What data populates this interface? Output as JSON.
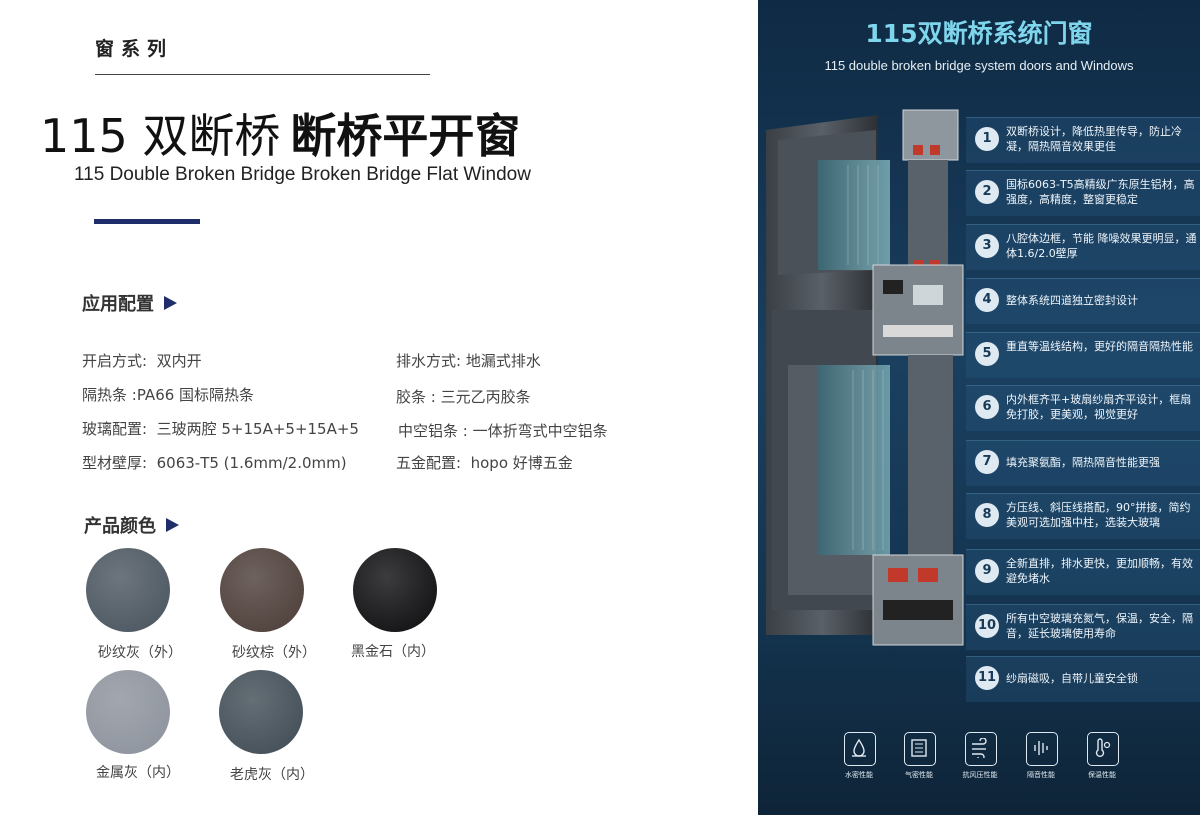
{
  "series": "窗系列",
  "title": {
    "part1": "115 双断桥",
    "part2": "断桥平开窗"
  },
  "subtitle": "115 Double Broken Bridge Broken Bridge Flat Window",
  "config": {
    "heading": "应用配置",
    "items": [
      {
        "label": "开启方式:",
        "value": "双内开"
      },
      {
        "label": "排水方式",
        "value": ": 地漏式排水"
      },
      {
        "label": "隔热条",
        "value": ":PA66 国标隔热条"
      },
      {
        "label": "胶条",
        "value": ": 三元乙丙胶条"
      },
      {
        "label": "玻璃配置:",
        "value": "三玻两腔 5+15A+5+15A+5"
      },
      {
        "label": "中空铝条",
        "value": ": 一体折弯式中空铝条"
      },
      {
        "label": "型材壁厚:",
        "value": "6063-T5 (1.6mm/2.0mm)"
      },
      {
        "label": "五金配置:",
        "value": "hopo 好博五金"
      }
    ]
  },
  "colors": {
    "heading": "产品颜色",
    "swatches": [
      {
        "label": "砂纹灰（外）",
        "color": "#48535d"
      },
      {
        "label": "砂纹棕（外）",
        "color": "#4a3b36"
      },
      {
        "label": "黑金石（内）",
        "color": "#0b0b0d"
      },
      {
        "label": "金属灰（内）",
        "color": "#8b919b"
      },
      {
        "label": "老虎灰（内）",
        "color": "#3e4a53"
      }
    ]
  },
  "right": {
    "title": "115双断桥系统门窗",
    "subtitle": "115 double broken bridge system doors and Windows",
    "features": [
      {
        "num": "1",
        "text": "双断桥设计，降低热里传导，防止冷凝，隔热隔音效果更佳"
      },
      {
        "num": "2",
        "text": "国标6063-T5高精级广东原生铝材，高强度，高精度，整窗更稳定"
      },
      {
        "num": "3",
        "text": "八腔体边框，节能 降噪效果更明显，通体1.6/2.0壁厚"
      },
      {
        "num": "4",
        "text": "整体系统四道独立密封设计"
      },
      {
        "num": "5",
        "text": "重直等温线结构，更好的隔音隔热性能"
      },
      {
        "num": "6",
        "text": "内外框齐平+玻扇纱扇齐平设计，框扇免打胶，更美观，视觉更好"
      },
      {
        "num": "7",
        "text": "填充聚氨酯，隔热隔音性能更强"
      },
      {
        "num": "8",
        "text": "方压线、斜压线搭配，90°拼接，简约美观可选加强中柱，选装大玻璃"
      },
      {
        "num": "9",
        "text": "全新直排，排水更快，更加顺畅，有效避免堵水"
      },
      {
        "num": "10",
        "text": "所有中空玻璃充氮气，保温，安全，隔音，延长玻璃使用寿命"
      },
      {
        "num": "11",
        "text": "纱扇磁吸，自带儿童安全锁"
      }
    ],
    "bottom_icons": [
      {
        "icon": "water-drop-icon",
        "label": "水密性能"
      },
      {
        "icon": "air-tight-icon",
        "label": "气密性能"
      },
      {
        "icon": "wind-pressure-icon",
        "label": "抗风压性能"
      },
      {
        "icon": "sound-icon",
        "label": "隔音性能"
      },
      {
        "icon": "thermometer-icon",
        "label": "保温性能"
      }
    ]
  }
}
